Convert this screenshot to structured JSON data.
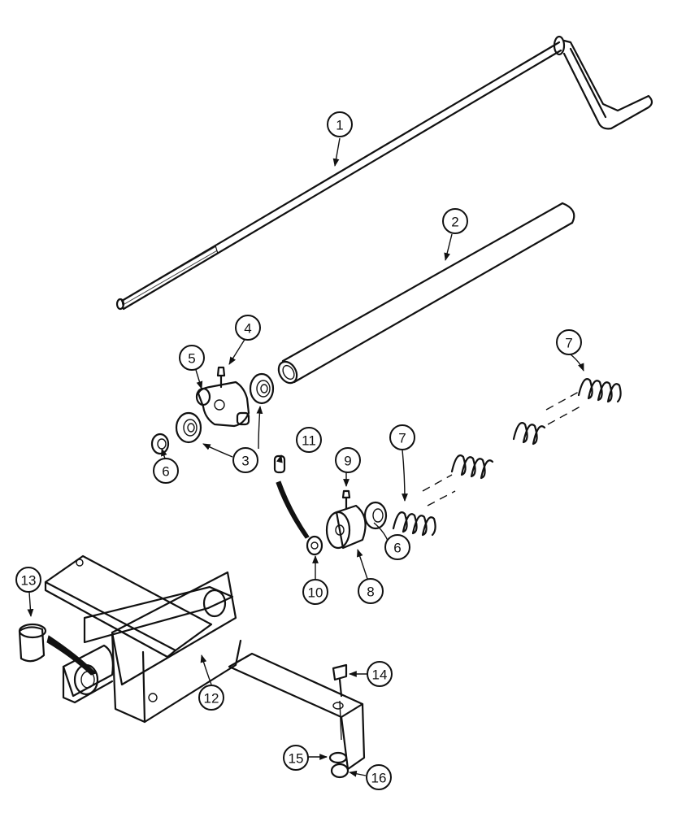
{
  "callouts": [
    {
      "id": "c1",
      "label": "1"
    },
    {
      "id": "c2",
      "label": "2"
    },
    {
      "id": "c3",
      "label": "3"
    },
    {
      "id": "c4",
      "label": "4"
    },
    {
      "id": "c5",
      "label": "5"
    },
    {
      "id": "c6a",
      "label": "6"
    },
    {
      "id": "c6b",
      "label": "6"
    },
    {
      "id": "c7a",
      "label": "7"
    },
    {
      "id": "c7b",
      "label": "7"
    },
    {
      "id": "c8",
      "label": "8"
    },
    {
      "id": "c9",
      "label": "9"
    },
    {
      "id": "c10",
      "label": "10"
    },
    {
      "id": "c11",
      "label": "11"
    },
    {
      "id": "c12",
      "label": "12"
    },
    {
      "id": "c13",
      "label": "13"
    },
    {
      "id": "c14",
      "label": "14"
    },
    {
      "id": "c15",
      "label": "15"
    },
    {
      "id": "c16",
      "label": "16"
    }
  ]
}
